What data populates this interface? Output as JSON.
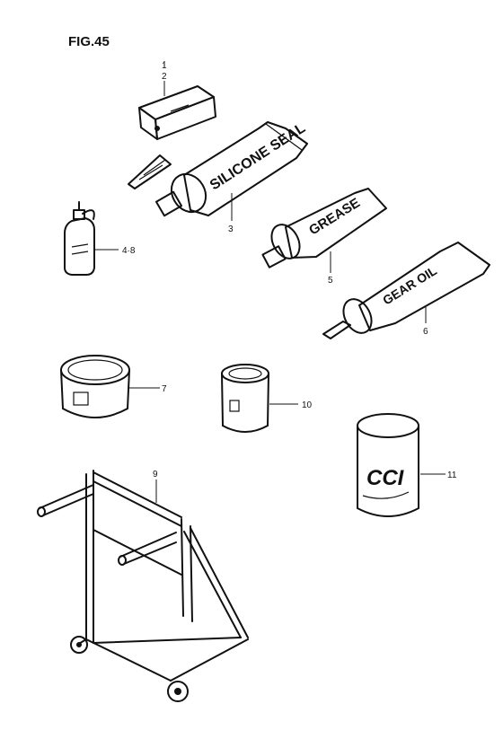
{
  "figure_title": "FIG.45",
  "callouts": {
    "c1": "1",
    "c2": "2",
    "c3": "3",
    "c4_8": "4·8",
    "c5": "5",
    "c6": "6",
    "c7": "7",
    "c9": "9",
    "c10": "10",
    "c11": "11"
  },
  "printed": {
    "tube3_brand": "SILICONE SEAL",
    "tube5_brand": "GREASE",
    "tube6_brand": "GEAR OIL",
    "can11_brand": "CCI"
  }
}
